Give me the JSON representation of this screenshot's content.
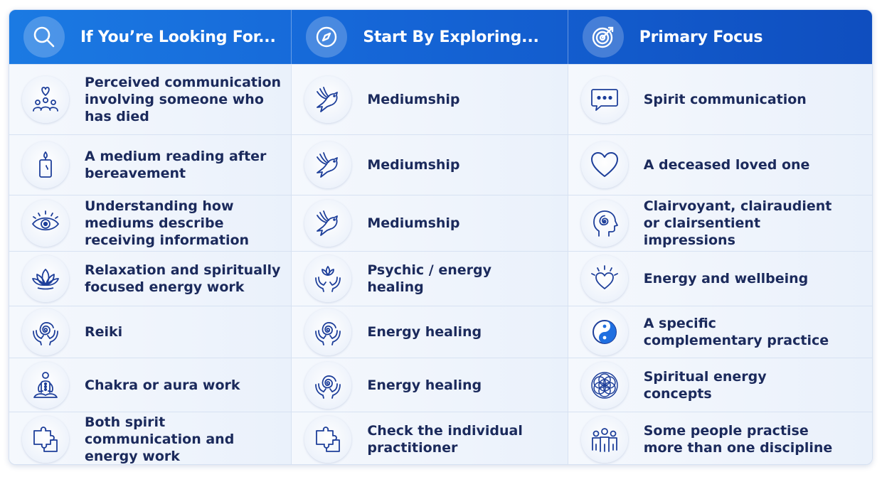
{
  "header": {
    "col1": {
      "label": "If You’re Looking For...",
      "icon": "search-icon"
    },
    "col2": {
      "label": "Start By Exploring...",
      "icon": "compass-icon"
    },
    "col3": {
      "label": "Primary Focus",
      "icon": "target-icon"
    }
  },
  "colors": {
    "header_start": "#1b7ae3",
    "header_end": "#0f4ebf",
    "icon_stroke": "#1e3f9a",
    "text": "#1b2a5c"
  },
  "rows": [
    {
      "looking_for": "Perceived communication involving someone who has died",
      "looking_icon": "heart-people-icon",
      "explore": "Mediumship",
      "explore_icon": "dove-icon",
      "focus": "Spirit communication",
      "focus_icon": "chat-bubble-icon"
    },
    {
      "looking_for": "A medium reading after bereavement",
      "looking_icon": "candle-icon",
      "explore": "Mediumship",
      "explore_icon": "dove-icon",
      "focus": "A deceased loved one",
      "focus_icon": "heart-icon"
    },
    {
      "looking_for": "Understanding how mediums describe receiving information",
      "looking_icon": "eye-icon",
      "explore": "Mediumship",
      "explore_icon": "dove-icon",
      "focus": "Clairvoyant, clairaudient or clairsentient impressions",
      "focus_icon": "head-spiral-icon"
    },
    {
      "looking_for": "Relaxation and spiritually focused energy work",
      "looking_icon": "lotus-icon",
      "explore": "Psychic / energy healing",
      "explore_icon": "lotus-hands-icon",
      "focus": "Energy and wellbeing",
      "focus_icon": "radiant-heart-icon"
    },
    {
      "looking_for": "Reiki",
      "looking_icon": "spiral-hands-icon",
      "explore": "Energy healing",
      "explore_icon": "spiral-hands-icon",
      "focus": "A specific complementary practice",
      "focus_icon": "yin-yang-icon"
    },
    {
      "looking_for": "Chakra or aura work",
      "looking_icon": "meditation-figure-icon",
      "explore": "Energy healing",
      "explore_icon": "spiral-hands-icon",
      "focus": "Spiritual energy concepts",
      "focus_icon": "flower-of-life-icon"
    },
    {
      "looking_for": "Both spirit communication and energy work",
      "looking_icon": "puzzle-icon",
      "explore": "Check the individual practitioner",
      "explore_icon": "puzzle-icon",
      "focus": "Some people practise more than one discipline",
      "focus_icon": "group-people-icon"
    }
  ]
}
